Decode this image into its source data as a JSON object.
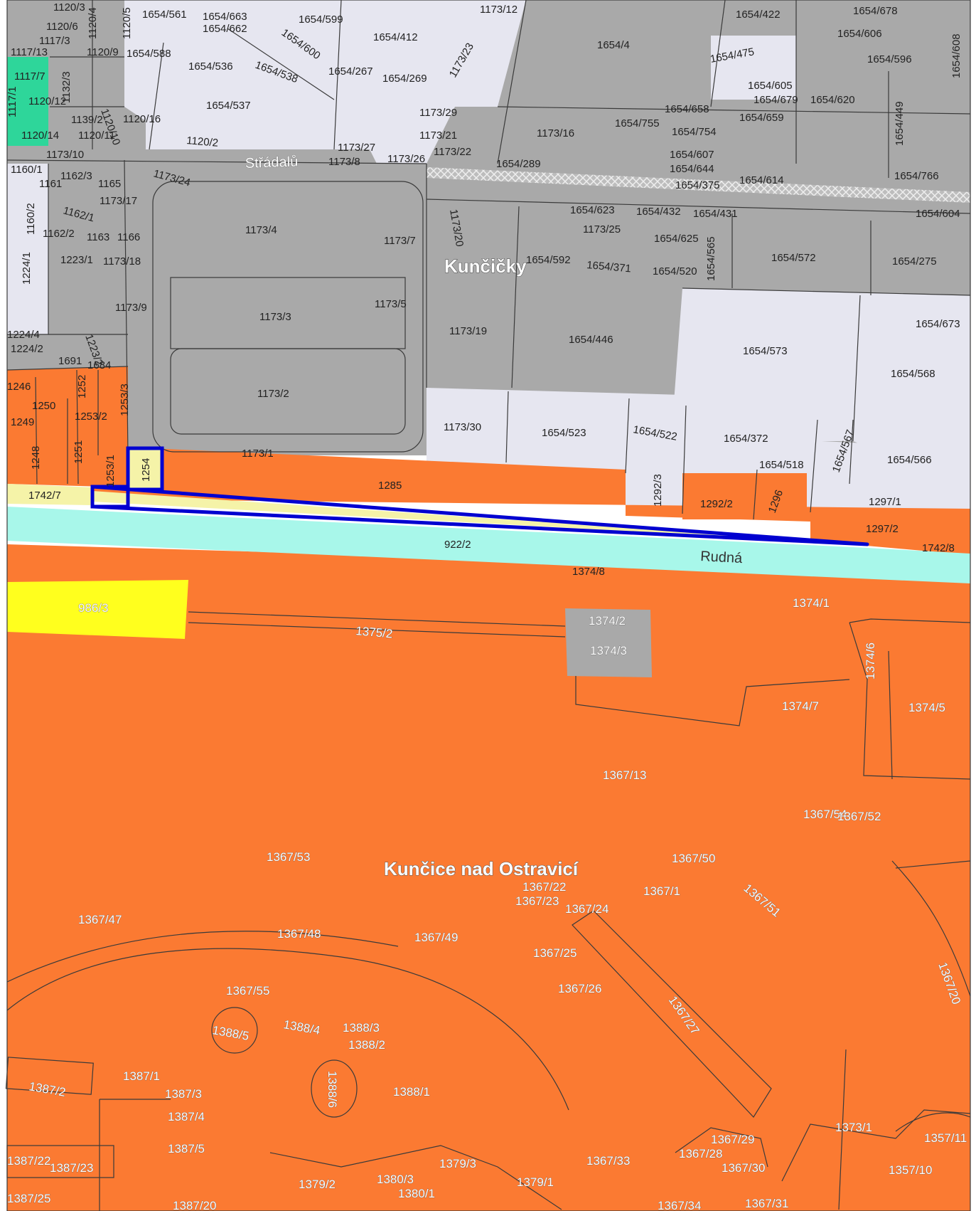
{
  "colors": {
    "built_up_gray": "#a9a9a9",
    "light_parcel": "#e6e6f0",
    "industrial_orange": "#fb7a32",
    "river_cyan": "#a8f7ea",
    "pale_yellow": "#f5f3a8",
    "yellow": "#ffff1e",
    "green": "#2ed69a",
    "highlight_blue": "#0000d0"
  },
  "places": {
    "kuncicky": "Kunčičky",
    "kuncice": "Kunčice nad Ostravicí"
  },
  "streets": {
    "stradalu": "Střádalů",
    "rudna": "Rudná"
  },
  "parcels": [
    "1120/3",
    "1120/6",
    "1117/3",
    "1117/13",
    "1117/7",
    "1117/1",
    "1120/12",
    "1132/3",
    "1120/4",
    "1120/5",
    "1120/9",
    "1120/10",
    "1139/2",
    "1120/16",
    "1120/14",
    "1120/11",
    "1120/2",
    "1654/561",
    "1654/663",
    "1654/662",
    "1654/599",
    "1654/600",
    "1654/588",
    "1654/536",
    "1654/538",
    "1654/537",
    "1654/267",
    "1654/269",
    "1654/412",
    "1173/12",
    "1173/23",
    "1654/422",
    "1654/4",
    "1654/678",
    "1654/606",
    "1654/596",
    "1654/475",
    "1654/608",
    "1654/605",
    "1654/679",
    "1654/620",
    "1654/449",
    "1654/658",
    "1654/659",
    "1654/755",
    "1654/754",
    "1173/29",
    "1173/21",
    "1173/22",
    "1173/16",
    "1173/27",
    "1173/8",
    "1173/26",
    "1654/289",
    "1654/607",
    "1654/644",
    "1654/375",
    "1654/614",
    "1654/766",
    "1173/10",
    "1160/1",
    "1161",
    "1162/3",
    "1165",
    "1173/24",
    "1173/17",
    "1162/1",
    "1160/2",
    "1162/2",
    "1163",
    "1166",
    "1223/1",
    "1173/18",
    "1224/1",
    "1223/2",
    "1224/4",
    "1224/2",
    "1691",
    "1684",
    "1173/4",
    "1173/7",
    "1173/20",
    "1173/9",
    "1173/3",
    "1173/5",
    "1173/2",
    "1173/19",
    "1654/623",
    "1654/432",
    "1654/431",
    "1654/604",
    "1173/25",
    "1654/625",
    "1654/565",
    "1654/572",
    "1654/275",
    "1654/592",
    "1654/371",
    "1654/520",
    "1654/446",
    "1654/573",
    "1654/673",
    "1654/568",
    "1246",
    "1250",
    "1252",
    "1253/3",
    "1253/2",
    "1249",
    "1248",
    "1251",
    "1253/1",
    "1254",
    "1173/30",
    "1654/523",
    "1654/522",
    "1654/372",
    "1654/567",
    "1654/518",
    "1654/566",
    "1173/1",
    "1285",
    "1742/7",
    "1292/3",
    "1292/2",
    "1296",
    "1297/1",
    "1297/2",
    "922/2",
    "1742/8",
    "1374/8",
    "986/3",
    "1375/2",
    "1374/2",
    "1374/3",
    "1374/1",
    "1374/6",
    "1374/7",
    "1374/5",
    "1367/13",
    "1367/54",
    "1367/52",
    "1367/53",
    "1367/50",
    "1367/22",
    "1367/23",
    "1367/24",
    "1367/1",
    "1367/51",
    "1367/20",
    "1367/47",
    "1367/48",
    "1367/49",
    "1367/25",
    "1367/26",
    "1367/27",
    "1367/55",
    "1388/5",
    "1388/4",
    "1388/3",
    "1388/2",
    "1388/6",
    "1388/1",
    "1387/2",
    "1387/1",
    "1387/3",
    "1387/4",
    "1387/5",
    "1387/22",
    "1387/23",
    "1387/25",
    "1387/20",
    "1379/3",
    "1379/2",
    "1380/3",
    "1380/1",
    "1379/1",
    "1367/33",
    "1367/28",
    "1367/29",
    "1367/30",
    "1367/34",
    "1367/31",
    "1373/1",
    "1357/11",
    "1357/10"
  ]
}
